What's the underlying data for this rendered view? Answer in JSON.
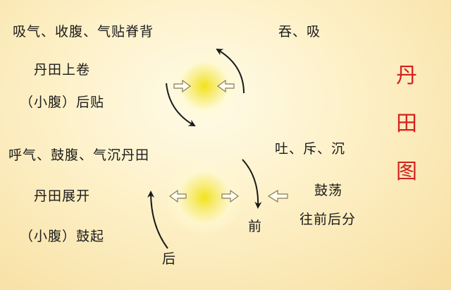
{
  "upper": {
    "line1": "吸气、收腹、气贴脊背",
    "line2": "丹田上卷",
    "line3": "（小腹）后贴",
    "right": "吞、吸"
  },
  "lower": {
    "line1": "呼气、鼓腹、气沉丹田",
    "line2": "丹田展开",
    "line3": "（小腹）鼓起",
    "right1": "吐、斥、沉",
    "right2": "鼓荡",
    "right3": "往前后分",
    "front": "前",
    "back": "后"
  },
  "title": [
    "丹",
    "田",
    "图"
  ],
  "colors": {
    "title": "#d42020",
    "glow": "#f4e21a",
    "arrow": "#1a1a1a",
    "hollow_arrow": "#8a7a55"
  }
}
